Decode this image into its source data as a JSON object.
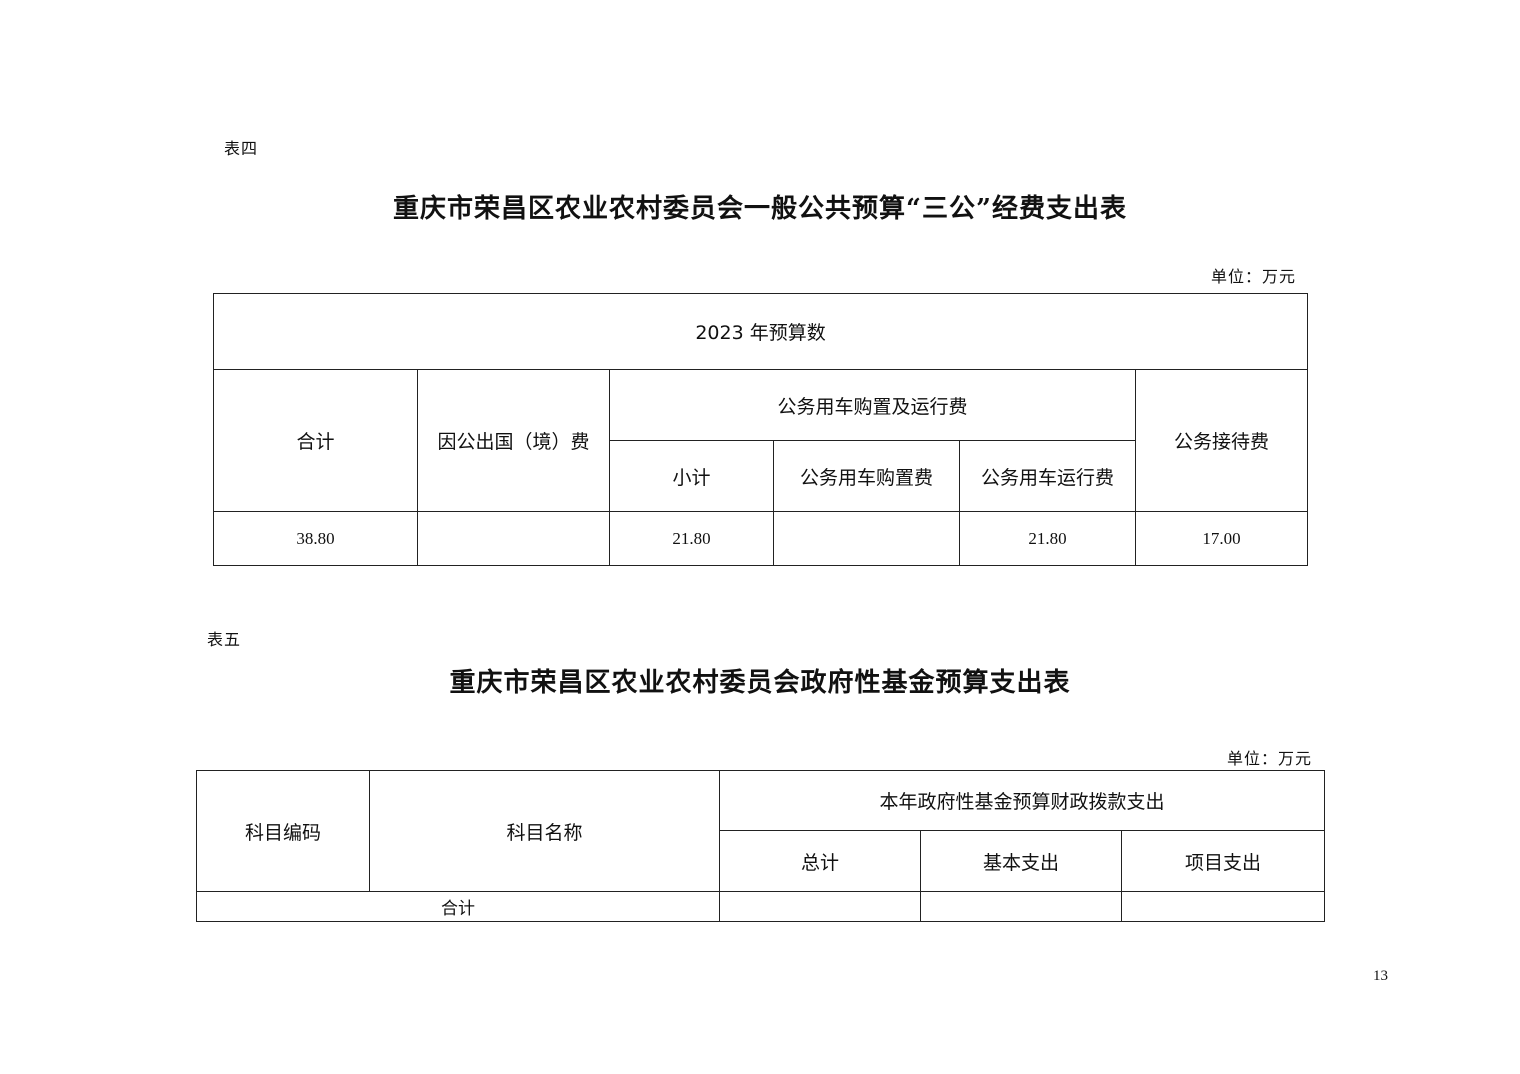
{
  "table4": {
    "label": "表四",
    "title": "重庆市荣昌区农业农村委员会一般公共预算“三公”经费支出表",
    "unit": "单位：万元",
    "header_year": "2023 年预算数",
    "col_total": "合计",
    "col_abroad": "因公出国（境）费",
    "col_vehicle": "公务用车购置及运行费",
    "col_vehicle_subtotal": "小计",
    "col_vehicle_purchase": "公务用车购置费",
    "col_vehicle_operation": "公务用车运行费",
    "col_reception": "公务接待费",
    "row": {
      "total": "38.80",
      "abroad": "",
      "vehicle_subtotal": "21.80",
      "vehicle_purchase": "",
      "vehicle_operation": "21.80",
      "reception": "17.00"
    }
  },
  "table5": {
    "label": "表五",
    "title": "重庆市荣昌区农业农村委员会政府性基金预算支出表",
    "unit": "单位：万元",
    "col_code": "科目编码",
    "col_name": "科目名称",
    "col_group": "本年政府性基金预算财政拨款支出",
    "col_total": "总计",
    "col_basic": "基本支出",
    "col_project": "项目支出",
    "total_row_label": "合计",
    "total_row": {
      "total": "",
      "basic": "",
      "project": ""
    }
  },
  "page_number": "13"
}
